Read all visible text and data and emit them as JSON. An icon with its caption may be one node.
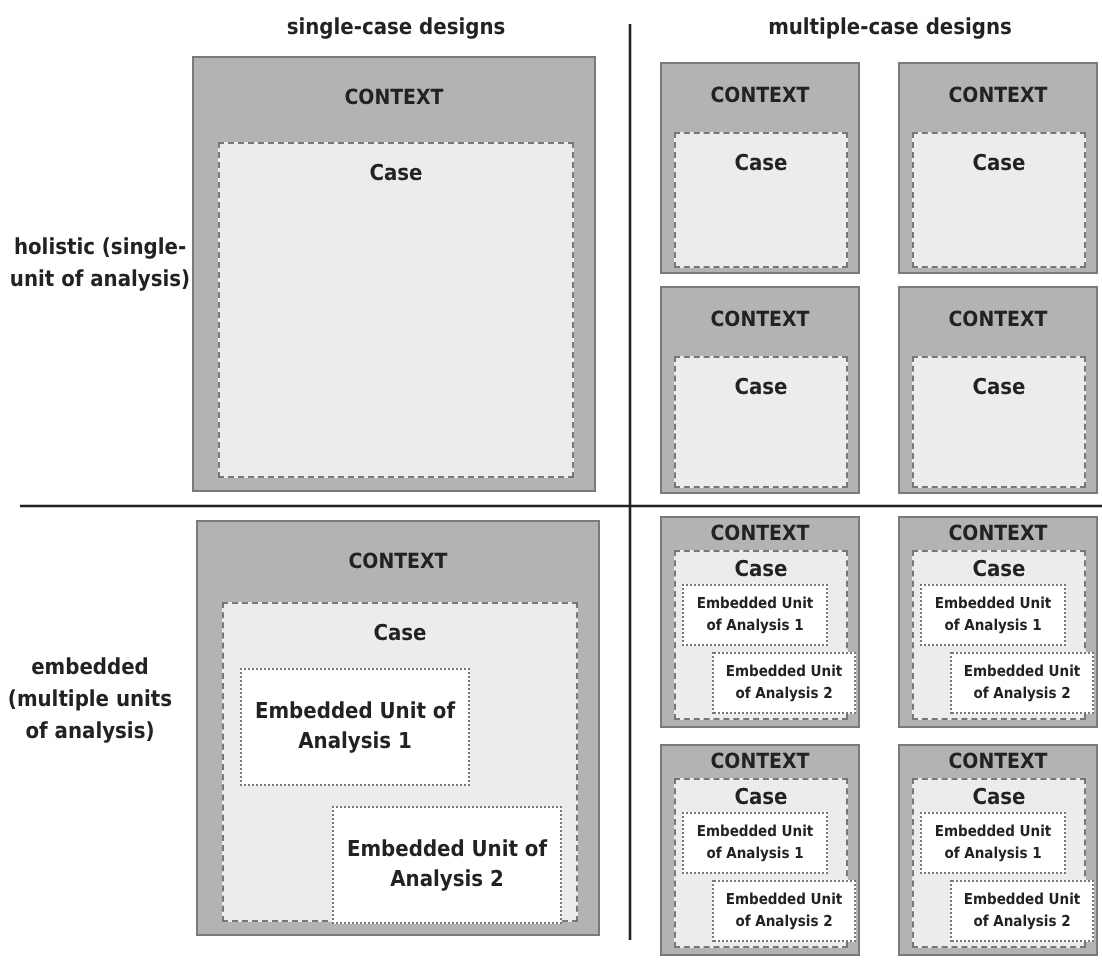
{
  "diagram": {
    "nodes": [
      {
        "text": [
          "CONTEXT"
        ]
      },
      {
        "text": [
          "Case"
        ],
        "in": 0
      },
      {
        "text": [
          "CONTEXT"
        ]
      },
      {
        "text": [
          "Case"
        ],
        "in": 2
      },
      {
        "text": [
          "CONTEXT"
        ]
      },
      {
        "text": [
          "Case"
        ],
        "in": 4
      },
      {
        "text": [
          "CONTEXT"
        ]
      },
      {
        "text": [
          "Case"
        ],
        "in": 6
      },
      {
        "text": [
          "CONTEXT"
        ]
      },
      {
        "text": [
          "Case"
        ],
        "in": 8
      },
      {
        "text": [
          "CONTEXT"
        ]
      },
      {
        "text": [
          "Case"
        ],
        "in": 10
      },
      {
        "text": [
          "Embedded Unit of Analysis 1"
        ],
        "in": 11
      },
      {
        "text": [
          "Embedded Unit of Analysis 2"
        ],
        "in": 11
      },
      {
        "text": [
          "CONTEXT"
        ]
      },
      {
        "text": [
          "Case"
        ],
        "in": 14
      },
      {
        "text": [
          "Embedded Unit of Analysis 1"
        ],
        "in": 15
      },
      {
        "text": [
          "Embedded Unit of Analysis 2"
        ],
        "in": 15
      },
      {
        "text": [
          "CONTEXT"
        ]
      },
      {
        "text": [
          "Case"
        ],
        "in": 18
      },
      {
        "text": [
          "Embedded Unit of Analysis 1"
        ],
        "in": 19
      },
      {
        "text": [
          "Embedded Unit of Analysis 2"
        ],
        "in": 19
      },
      {
        "text": [
          "CONTEXT"
        ]
      },
      {
        "text": [
          "Case"
        ],
        "in": 22
      },
      {
        "text": [
          "Embedded Unit of Analysis 1"
        ],
        "in": 23
      },
      {
        "text": [
          "Embedded Unit of Analysis 2"
        ],
        "in": 23
      },
      {
        "text": [
          "CONTEXT"
        ]
      },
      {
        "text": [
          "Case"
        ],
        "in": 26
      },
      {
        "text": [
          "Embedded Unit of Analysis 1"
        ],
        "in": 27
      },
      {
        "text": [
          "Embedded Unit of Analysis 2"
        ],
        "in": 27
      }
    ],
    "labels": [
      "single-case designs",
      "multiple-case designs",
      "holistic (single-unit of analysis)",
      "embedded (multiple units of analysis)"
    ]
  }
}
